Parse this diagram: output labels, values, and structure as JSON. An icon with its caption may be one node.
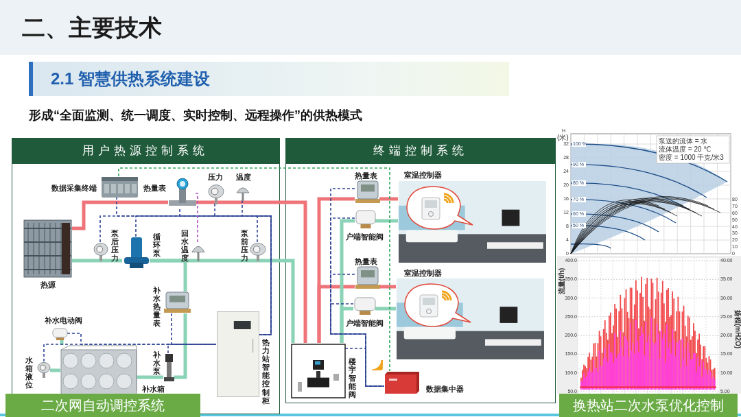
{
  "diagram": {
    "title": "二、主要技术",
    "nodes": [
      {
        "text": [
          "用户热源控制系统"
        ]
      },
      {
        "text": [
          "终端控制系统"
        ]
      },
      {
        "text": [
          "数据采集终端"
        ],
        "in": 0
      },
      {
        "text": [
          "热量表"
        ],
        "in": 0
      },
      {
        "text": [
          "压力"
        ],
        "in": 0
      },
      {
        "text": [
          "温度"
        ],
        "in": 0
      },
      {
        "text": [
          "热源"
        ],
        "in": 0
      },
      {
        "text": [
          "泵后压力"
        ],
        "in": 0
      },
      {
        "text": [
          "循环泵"
        ],
        "in": 0
      },
      {
        "text": [
          "回水温度"
        ],
        "in": 0
      },
      {
        "text": [
          "泵前压力"
        ],
        "in": 0
      },
      {
        "text": [
          "补水热量表"
        ],
        "in": 0
      },
      {
        "text": [
          "补水电动阀"
        ],
        "in": 0
      },
      {
        "text": [
          "水箱液位"
        ],
        "in": 0
      },
      {
        "text": [
          "补水箱"
        ],
        "in": 0
      },
      {
        "text": [
          "补水泵"
        ],
        "in": 0
      },
      {
        "text": [
          "热力站智能控制柜"
        ],
        "in": 0
      },
      {
        "text": [
          "热量表"
        ],
        "in": 1
      },
      {
        "text": [
          "户端智能阀"
        ],
        "in": 1
      },
      {
        "text": [
          "室温控制器"
        ],
        "in": 1
      },
      {
        "text": [
          "热量表"
        ],
        "in": 1
      },
      {
        "text": [
          "户端智能阀"
        ],
        "in": 1
      },
      {
        "text": [
          "室温控制器"
        ],
        "in": 1
      },
      {
        "text": [
          "楼宇智能阀"
        ],
        "in": 1
      },
      {
        "text": [
          "数据集中器"
        ],
        "in": 1
      },
      {
        "text": [
          "二次网自动调控系统"
        ]
      },
      {
        "text": [
          "换热站二次水泵优化控制"
        ]
      },
      {
        "text": [
          "2.1 智慧供热系统建设"
        ]
      }
    ],
    "edges": [
      {
        "from": 6,
        "to": 3,
        "arrow": "none",
        "style": "thick",
        "color": "#ef7479"
      },
      {
        "from": 3,
        "to": 23,
        "arrow": "none",
        "style": "thick",
        "color": "#ef7479"
      },
      {
        "from": 23,
        "to": 17,
        "arrow": "none",
        "style": "thick",
        "color": "#ef7479"
      },
      {
        "from": 17,
        "to": 19,
        "arrow": "none",
        "style": "thick",
        "color": "#ef7479"
      },
      {
        "from": 23,
        "to": 20,
        "arrow": "none",
        "style": "thick",
        "color": "#ef7479"
      },
      {
        "from": 20,
        "to": 22,
        "arrow": "none",
        "style": "thick",
        "color": "#ef7479"
      },
      {
        "from": 19,
        "to": 18,
        "arrow": "none",
        "style": "thick",
        "color": "#8ad3b6"
      },
      {
        "from": 18,
        "to": 23,
        "arrow": "none",
        "style": "thick",
        "color": "#8ad3b6"
      },
      {
        "from": 22,
        "to": 21,
        "arrow": "none",
        "style": "thick",
        "color": "#8ad3b6"
      },
      {
        "from": 21,
        "to": 23,
        "arrow": "none",
        "style": "thick",
        "color": "#8ad3b6"
      },
      {
        "from": 23,
        "to": 8,
        "arrow": "none",
        "style": "thick",
        "color": "#8ad3b6"
      },
      {
        "from": 8,
        "to": 6,
        "arrow": "none",
        "style": "thick",
        "color": "#8ad3b6"
      },
      {
        "from": 14,
        "to": 15,
        "arrow": "none",
        "style": "thick",
        "color": "#8ad3b6"
      },
      {
        "from": 15,
        "to": 11,
        "arrow": "none",
        "style": "thick",
        "color": "#8ad3b6"
      },
      {
        "from": 11,
        "to": 8,
        "arrow": "none",
        "style": "thick",
        "color": "#8ad3b6"
      },
      {
        "from": 12,
        "to": 14,
        "arrow": "none",
        "style": "thick",
        "color": "#8ad3b6"
      },
      {
        "from": 13,
        "to": 14,
        "arrow": "none",
        "style": "thick",
        "color": "#8ad3b6"
      },
      {
        "from": 2,
        "to": 16,
        "arrow": "none",
        "style": "dashed"
      },
      {
        "from": 7,
        "to": 16,
        "arrow": "none",
        "style": "dashed"
      },
      {
        "from": 8,
        "to": 16,
        "arrow": "none",
        "style": "dashed"
      },
      {
        "from": 3,
        "to": 16,
        "arrow": "none",
        "style": "dashed"
      },
      {
        "from": 4,
        "to": 16,
        "arrow": "none",
        "style": "dashed"
      },
      {
        "from": 5,
        "to": 16,
        "arrow": "none",
        "style": "dashed"
      },
      {
        "from": 10,
        "to": 16,
        "arrow": "none",
        "style": "dashed"
      },
      {
        "from": 13,
        "to": 16,
        "arrow": "none",
        "style": "dashed"
      },
      {
        "from": 12,
        "to": 16,
        "arrow": "none",
        "style": "dashed"
      },
      {
        "from": 11,
        "to": 16,
        "arrow": "none",
        "style": "dashed"
      },
      {
        "from": 15,
        "to": 16,
        "arrow": "none",
        "style": "dashed"
      },
      {
        "from": 9,
        "to": 3,
        "arrow": "none",
        "style": "dashed",
        "color": "#b14fc5"
      },
      {
        "from": 17,
        "to": 24,
        "arrow": "none",
        "style": "dashed"
      },
      {
        "from": 18,
        "to": 24,
        "arrow": "none",
        "style": "dashed"
      },
      {
        "from": 20,
        "to": 24,
        "arrow": "none",
        "style": "dashed"
      },
      {
        "from": 21,
        "to": 24,
        "arrow": "none",
        "style": "dashed"
      },
      {
        "from": 23,
        "to": 24,
        "arrow": "none",
        "style": "dashed"
      },
      {
        "from": 2,
        "to": 24,
        "arrow": "none",
        "style": "dashed",
        "color": "#2fa65a"
      }
    ],
    "labels": [
      "形成“全面监测、统一调度、实时控制、远程操作”的供热模式",
      "H",
      "(米)",
      "32",
      "28",
      "24",
      "20",
      "16",
      "12",
      "8",
      "4",
      "0",
      "100 %",
      "90 %",
      "80 %",
      "70 %",
      "60 %",
      "50 %",
      "泵送的流体 = 水",
      "流体温度 = 20 ℃",
      "密度 = 1000 千克/米3",
      "80",
      "70",
      "60",
      "50",
      "40",
      "30",
      "20",
      "10",
      "0",
      "流量(t/h)",
      "400.0",
      "350.0",
      "300.0",
      "250.0",
      "200.0",
      "150.0",
      "100.0",
      "50.0",
      "扬程(mH2O)",
      "40.00",
      "35.00",
      "30.00",
      "25.00",
      "20.00",
      "15.00",
      "10.00",
      "5.00"
    ]
  }
}
